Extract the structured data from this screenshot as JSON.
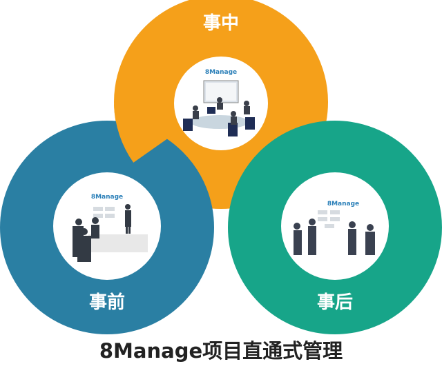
{
  "stages": [
    {
      "id": "during",
      "label": "事中",
      "brand": "8Manage",
      "color": "#F5A01A"
    },
    {
      "id": "before",
      "label": "事前",
      "brand": "8Manage",
      "color": "#2A7FA3"
    },
    {
      "id": "after",
      "label": "事后",
      "brand": "8Manage",
      "color": "#17A589"
    }
  ],
  "title": "8Manage项目直通式管理"
}
